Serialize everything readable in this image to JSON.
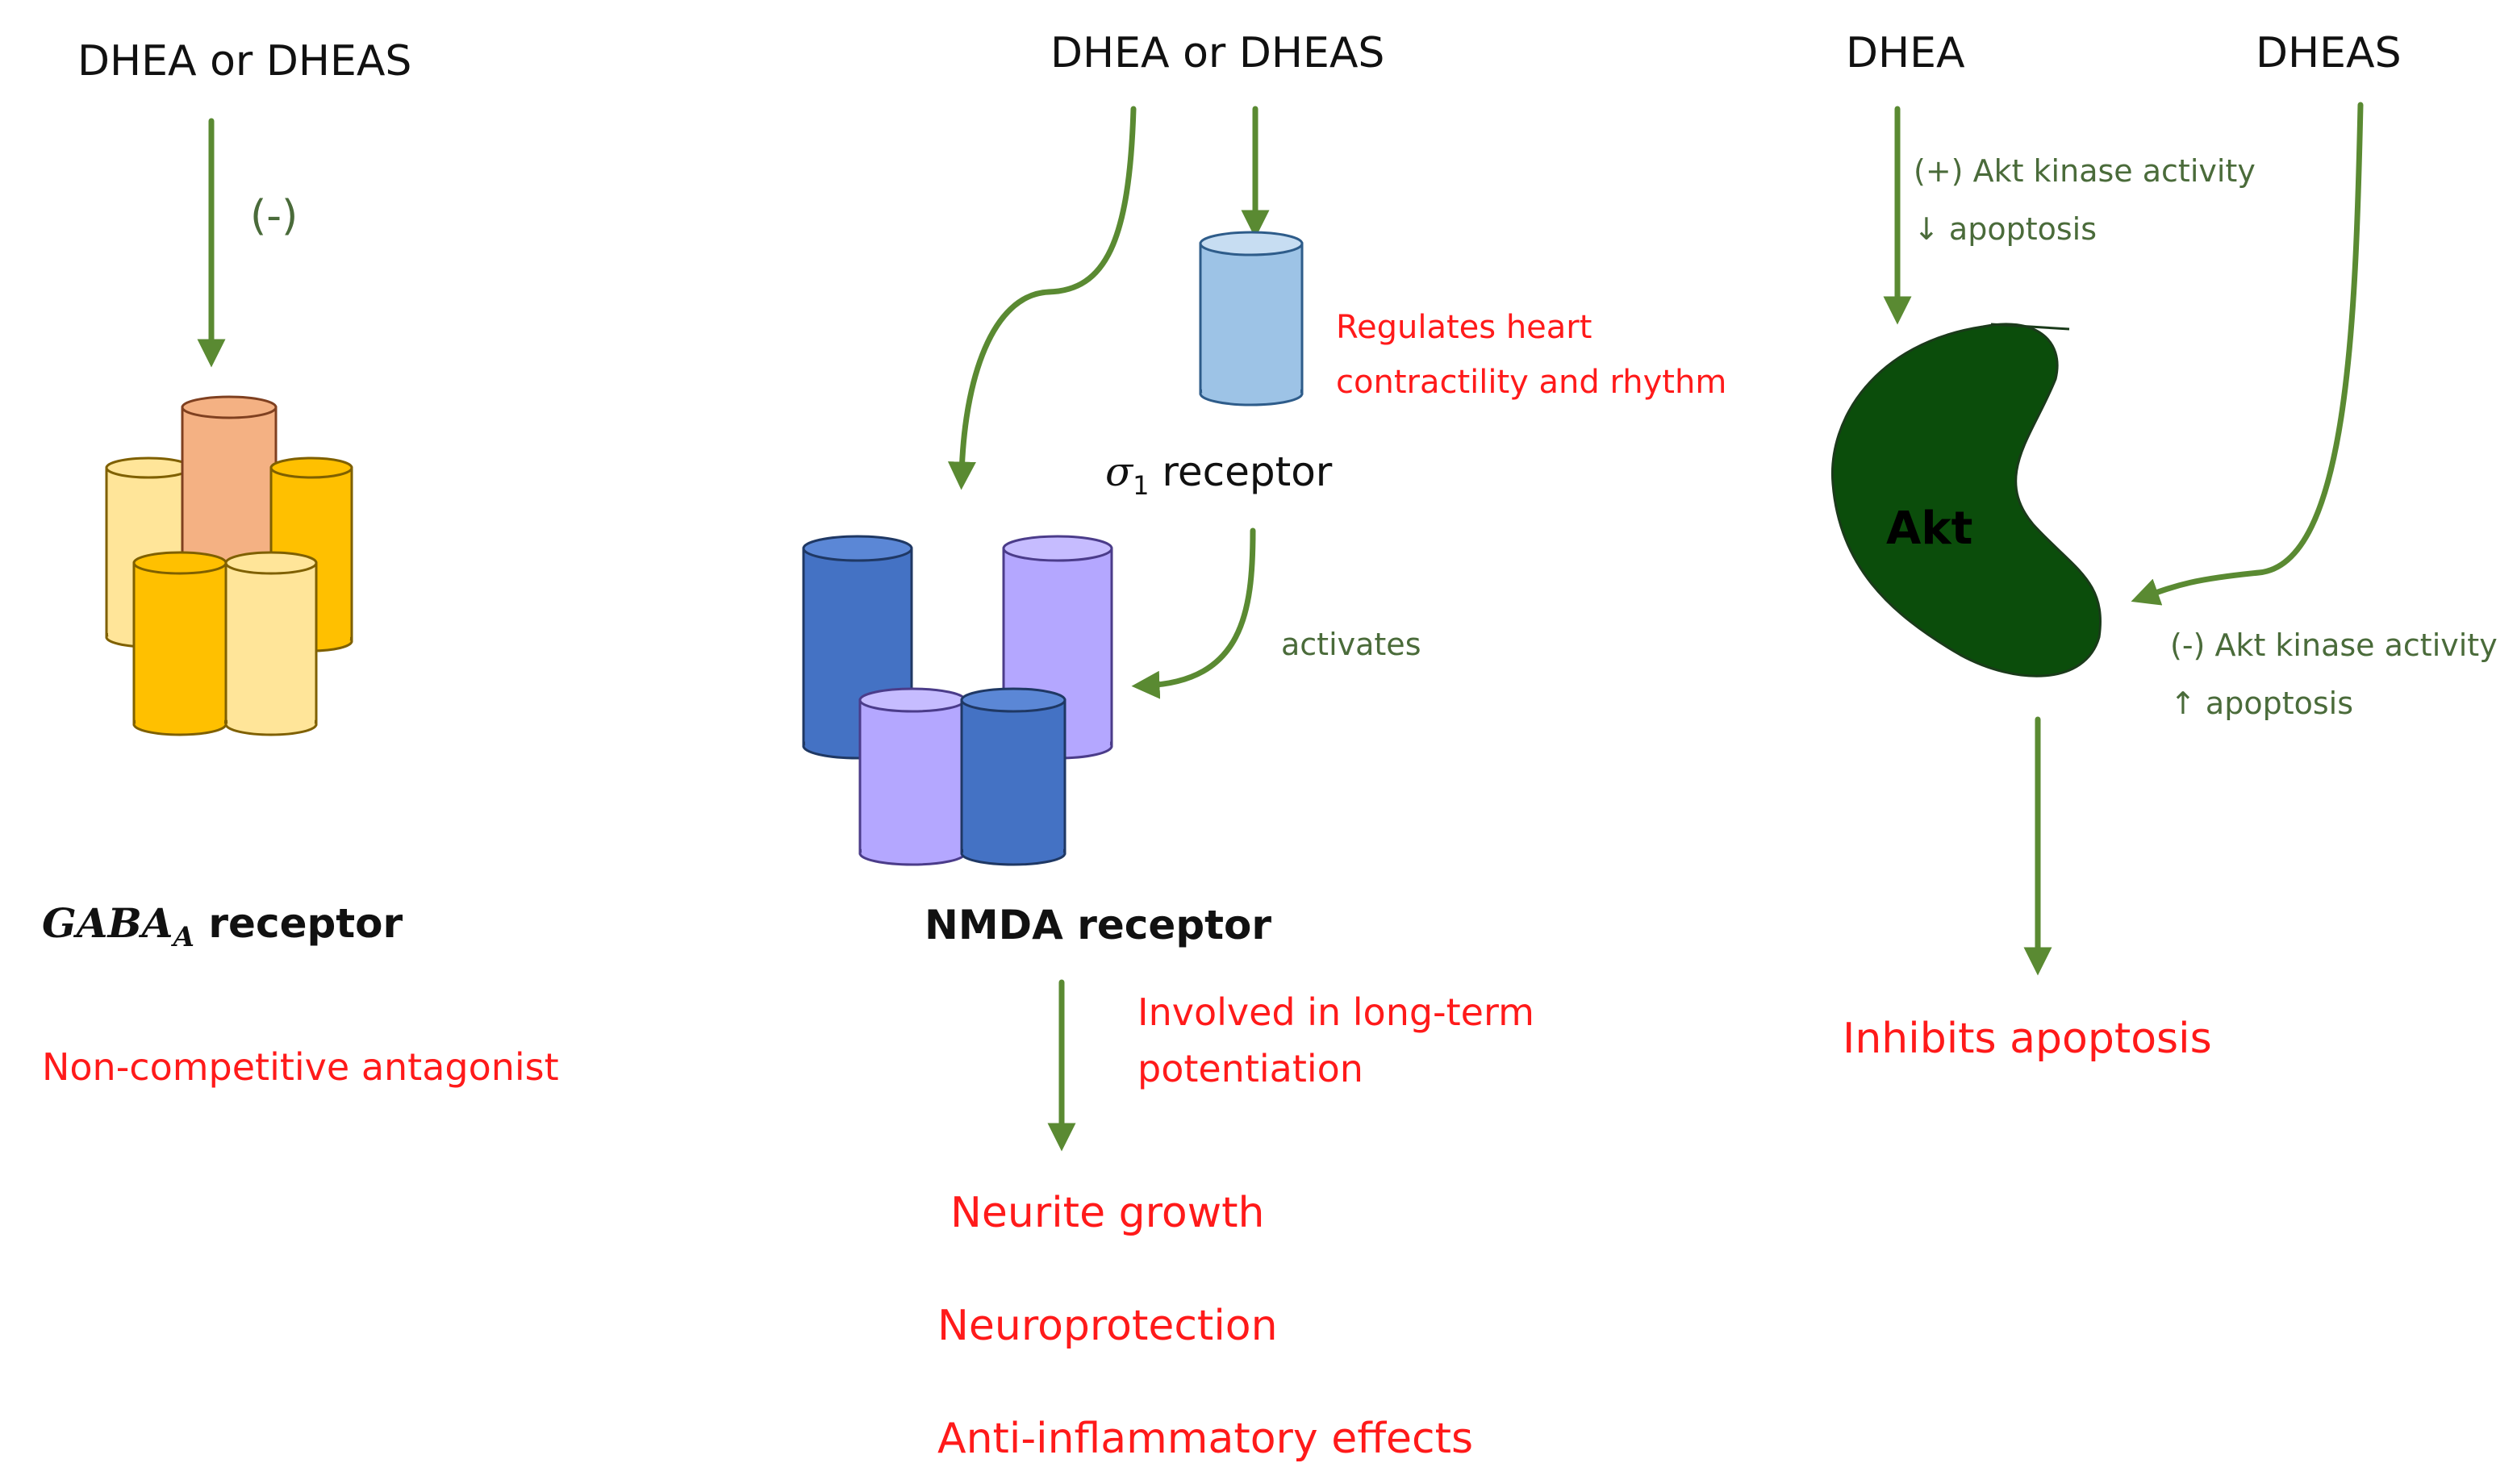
{
  "left": {
    "source": "DHEA or DHEAS",
    "effect_sign": "(-)",
    "receptor_symbol": "GABA",
    "receptor_subscript": "A",
    "receptor_word": "receptor",
    "outcome": "Non-competitive antagonist"
  },
  "middle": {
    "source": "DHEA or DHEAS",
    "sigma_note_line1": "Regulates heart",
    "sigma_note_line2": "contractility and rhythm",
    "sigma_symbol": "σ",
    "sigma_subscript": "1",
    "sigma_word": "receptor",
    "activates": "activates",
    "receptor": "NMDA receptor",
    "ltp_line1": "Involved in long-term",
    "ltp_line2": "potentiation",
    "outcomes": [
      "Neurite growth",
      "Neuroprotection",
      "Anti-inflammatory effects"
    ]
  },
  "right": {
    "source_dhea": "DHEA",
    "source_dheas": "DHEAS",
    "dhea_effect_line1": "(+) Akt kinase activity",
    "dhea_effect_line2": "↓ apoptosis",
    "dheas_effect_line1": "(-) Akt kinase activity",
    "dheas_effect_line2": "↑ apoptosis",
    "protein": "Akt",
    "outcome": "Inhibits apoptosis"
  },
  "colors": {
    "arrow": "#5a8a32",
    "annotation_green": "#4a6b3a",
    "emphasis_red": "#ff1a1a",
    "akt_fill": "#0b4d0b",
    "gaba_light": "#ffe599",
    "gaba_gold": "#ffc000",
    "gaba_salmon": "#f4b183",
    "sigma_blue": "#9dc3e6",
    "nmda_blue": "#4472c4",
    "nmda_lavender": "#b4a7ff"
  }
}
